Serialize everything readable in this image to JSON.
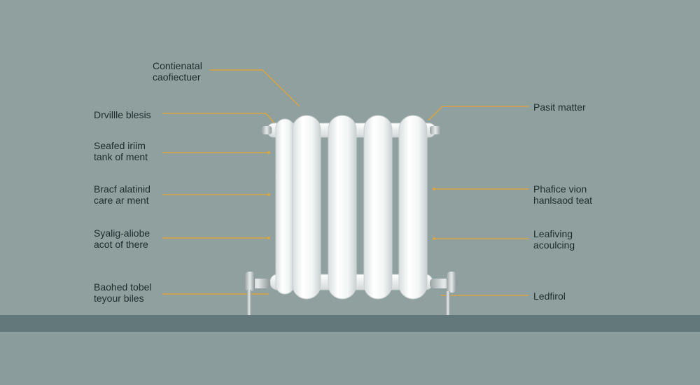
{
  "colors": {
    "wall": "#8fa09f",
    "floor_strip": "#62787a",
    "leader_line": "#d9a441",
    "radiator": "#f4f6f6",
    "text": "#1f2b2d"
  },
  "labels": {
    "top": [
      "Contienatal",
      "caofiectuer"
    ],
    "left": [
      [
        "Drvillle blesis"
      ],
      [
        "Seafed iriim",
        "tank of ment"
      ],
      [
        "Bracf alatinid",
        "care ar ment"
      ],
      [
        "Syalig-aliobe",
        "acot of there"
      ],
      [
        "Baohed tobel",
        "teyour biles"
      ]
    ],
    "right": [
      [
        "Pasit matter"
      ],
      [
        "Phafice vion",
        "hanlsaod teat"
      ],
      [
        "Leafiving",
        "acoulcing"
      ],
      [
        "Ledfirol"
      ]
    ]
  }
}
